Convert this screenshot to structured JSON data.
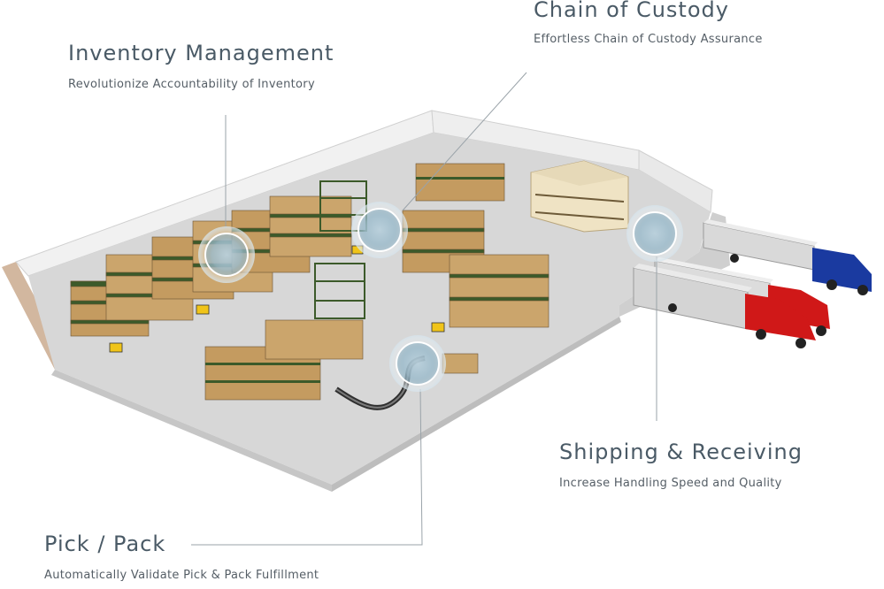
{
  "callouts": {
    "inventory": {
      "title": "Inventory Management",
      "subtitle": "Revolutionize Accountability of Inventory"
    },
    "custody": {
      "title": "Chain of Custody",
      "subtitle": "Effortless Chain of Custody Assurance"
    },
    "shipping": {
      "title": "Shipping & Receiving",
      "subtitle": "Increase Handling Speed and Quality"
    },
    "pick": {
      "title": "Pick / Pack",
      "subtitle": "Automatically Validate Pick & Pack Fulfillment"
    }
  },
  "colors": {
    "floor": "#d8d8d8",
    "wall_inner": "#f4f4f4",
    "wall_edge": "#c9a98c",
    "box": "#c9a46b",
    "rack": "#3c5a2a",
    "hotspot": "#a9c3d1",
    "truck_red": "#d01818",
    "truck_blue": "#1a3aa0",
    "trailer": "#d9d9d9",
    "forklift": "#f0c419"
  },
  "icons": [
    "hotspot-marker-icon",
    "forklift-icon",
    "truck-icon"
  ]
}
